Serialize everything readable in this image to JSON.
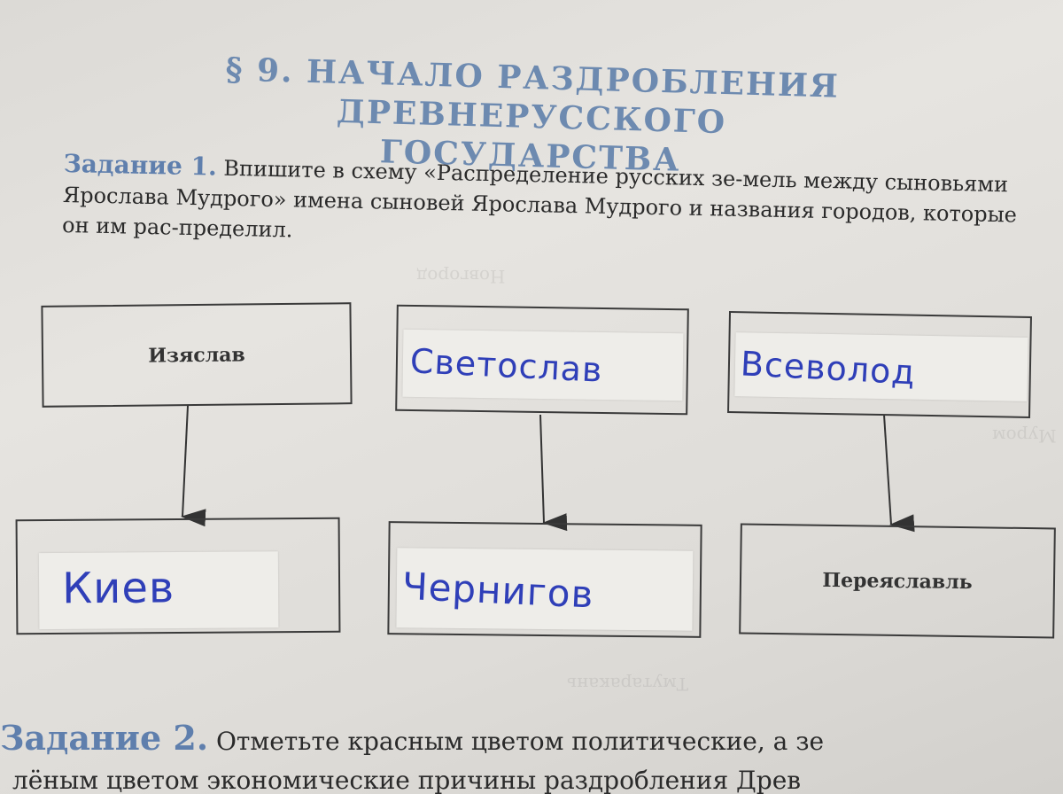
{
  "header": {
    "title_line1": "§ 9. НАЧАЛО РАЗДРОБЛЕНИЯ",
    "title_line2": "ДРЕВНЕРУССКОГО ГОСУДАРСТВА"
  },
  "task1": {
    "label": "Задание 1.",
    "text": "Впишите в схему «Распределение русских зе-мель между сыновьями Ярослава Мудрого» имена сыновей Ярослава Мудрого и названия городов, которые он им рас-пределил."
  },
  "diagram": {
    "sons": [
      {
        "name": "Изяслав",
        "handwritten": false
      },
      {
        "name": "Светослав",
        "handwritten": true
      },
      {
        "name": "Всеволод",
        "handwritten": true
      }
    ],
    "cities": [
      {
        "name": "Киев",
        "handwritten": true
      },
      {
        "name": "Чернигов",
        "handwritten": true
      },
      {
        "name": "Переяславль",
        "handwritten": false
      }
    ],
    "handwriting_color": "#2f3fb8"
  },
  "task2": {
    "label": "Задание 2.",
    "line1": "Отметьте красным цветом политические, а зе",
    "line2": "лёным цветом экономические причины раздробления Древ"
  },
  "colors": {
    "heading_blue": "#6d8ab0",
    "text": "#2a2a2a",
    "paper": "#e2e0dc"
  }
}
